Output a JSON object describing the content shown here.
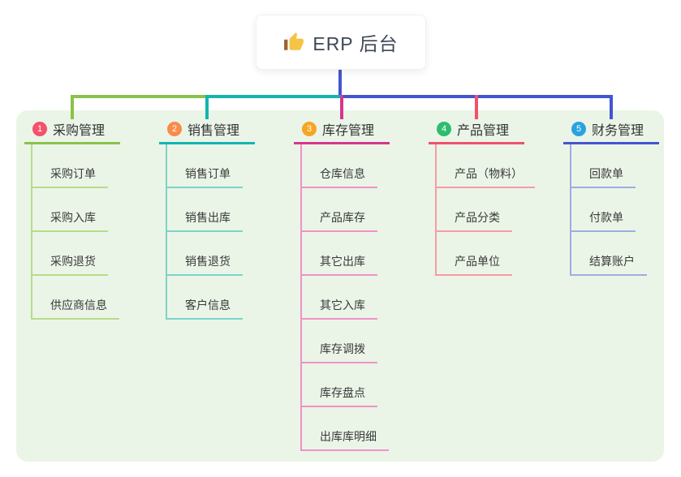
{
  "root": {
    "label": "ERP 后台",
    "icon": "thumbs-up-icon",
    "stem_color": "#4355d0"
  },
  "branches": [
    {
      "badge": "1",
      "label": "采购管理",
      "badge_color": "#f4516c",
      "line_color": "#8ac24a",
      "tint_color": "#b7db8b",
      "children": [
        "采购订单",
        "采购入库",
        "采购退货",
        "供应商信息"
      ]
    },
    {
      "badge": "2",
      "label": "销售管理",
      "badge_color": "#fb8b49",
      "line_color": "#13b5ae",
      "tint_color": "#7fd2cb",
      "children": [
        "销售订单",
        "销售出库",
        "销售退货",
        "客户信息"
      ]
    },
    {
      "badge": "3",
      "label": "库存管理",
      "badge_color": "#f6a623",
      "line_color": "#d6368f",
      "tint_color": "#ef93c5",
      "children": [
        "仓库信息",
        "产品库存",
        "其它出库",
        "其它入库",
        "库存调拨",
        "库存盘点",
        "出库库明细"
      ]
    },
    {
      "badge": "4",
      "label": "产品管理",
      "badge_color": "#2dbd6e",
      "line_color": "#f0516c",
      "tint_color": "#f89aa6",
      "children": [
        "产品（物料）",
        "产品分类",
        "产品单位"
      ]
    },
    {
      "badge": "5",
      "label": "财务管理",
      "badge_color": "#29a3e0",
      "line_color": "#4355d0",
      "tint_color": "#9dade2",
      "children": [
        "回款单",
        "付款单",
        "结算账户"
      ]
    }
  ],
  "panel_color": "#eaf5e7",
  "icon_colors": {
    "thumb_hand": "#f6c445",
    "thumb_cuff": "#a0622d"
  }
}
